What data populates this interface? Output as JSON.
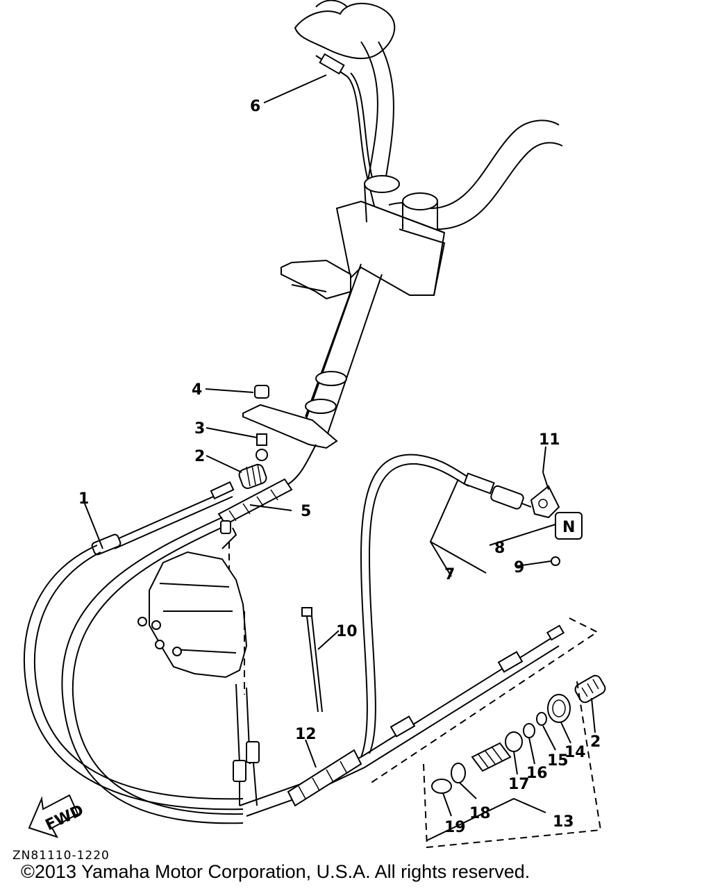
{
  "callouts": [
    "1",
    "2",
    "3",
    "4",
    "5",
    "6",
    "7",
    "8",
    "9",
    "10",
    "11",
    "12",
    "13",
    "14",
    "15",
    "16",
    "17",
    "18",
    "19",
    "2"
  ],
  "fwd_label": "FWD",
  "neutral_tag_letter": "N",
  "drawing_code": "ZN81110-1220",
  "copyright": "©2013 Yamaha Motor Corporation, U.S.A. All rights reserved."
}
